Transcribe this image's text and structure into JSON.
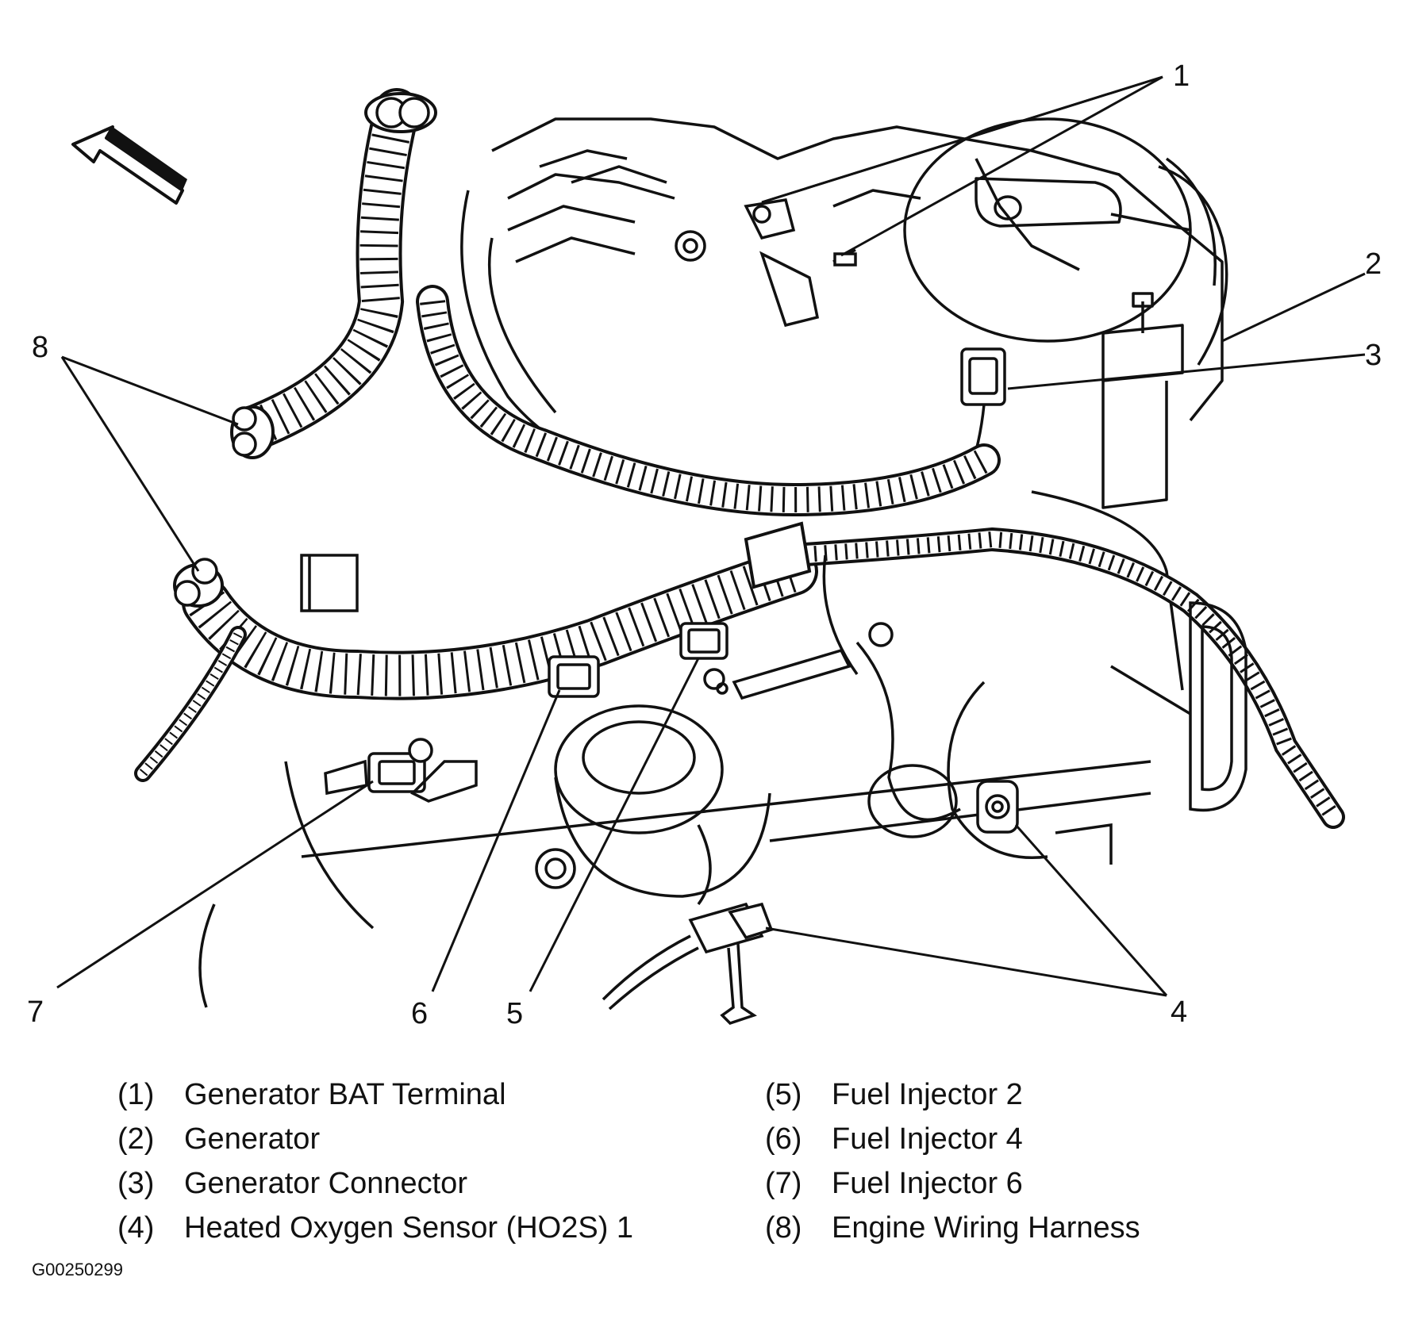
{
  "callouts": {
    "c1": "1",
    "c2": "2",
    "c3": "3",
    "c4": "4",
    "c5": "5",
    "c6": "6",
    "c7": "7",
    "c8": "8"
  },
  "legend": {
    "left": [
      {
        "num": "(1)",
        "label": "Generator BAT Terminal"
      },
      {
        "num": "(2)",
        "label": "Generator"
      },
      {
        "num": "(3)",
        "label": "Generator Connector"
      },
      {
        "num": "(4)",
        "label": "Heated Oxygen Sensor (HO2S) 1"
      }
    ],
    "right": [
      {
        "num": "(5)",
        "label": "Fuel Injector 2"
      },
      {
        "num": "(6)",
        "label": "Fuel Injector 4"
      },
      {
        "num": "(7)",
        "label": "Fuel Injector 6"
      },
      {
        "num": "(8)",
        "label": "Engine Wiring Harness"
      }
    ]
  },
  "figure_id": "G00250299",
  "icons": {
    "direction": "front-direction-arrow-icon"
  }
}
